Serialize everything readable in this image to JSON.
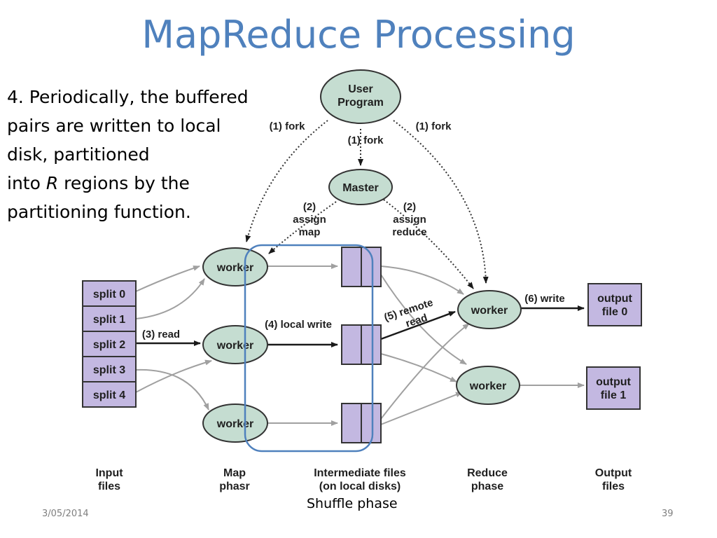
{
  "slide": {
    "title": "MapReduce Processing",
    "body": {
      "line1": "4. Periodically, the buffered",
      "line2": "pairs are written to local",
      "line3": "disk, partitioned",
      "line4_pre": "into ",
      "line4_em": "R",
      "line4_post": " regions by the",
      "line5": "partitioning function."
    },
    "shuffle_label": "Shuffle phase",
    "footer": {
      "date": "3/05/2014",
      "page": "39"
    }
  },
  "diagram": {
    "user_program": [
      "User",
      "Program"
    ],
    "master": "Master",
    "fork_left": "(1) fork",
    "fork_center": "(1) fork",
    "fork_right": "(1) fork",
    "assign_map": [
      "(2)",
      "assign",
      "map"
    ],
    "assign_reduce": [
      "(2)",
      "assign",
      "reduce"
    ],
    "worker": "worker",
    "splits": [
      "split 0",
      "split 1",
      "split 2",
      "split 3",
      "split 4"
    ],
    "read": "(3) read",
    "local_write": "(4) local write",
    "remote_read": [
      "(5) remote",
      "read"
    ],
    "write": "(6) write",
    "outputs": [
      [
        "output",
        "file 0"
      ],
      [
        "output",
        "file 1"
      ]
    ],
    "columns": {
      "input": [
        "Input",
        "files"
      ],
      "map": [
        "Map",
        "phasr"
      ],
      "intermediate": [
        "Intermediate files",
        "(on local disks)"
      ],
      "reduce": [
        "Reduce",
        "phase"
      ],
      "output": [
        "Output",
        "files"
      ]
    },
    "colors": {
      "node": "#C5DDD1",
      "box": "#C3B8E1",
      "highlight": "#4F81BD",
      "title": "#4F81BD"
    }
  }
}
